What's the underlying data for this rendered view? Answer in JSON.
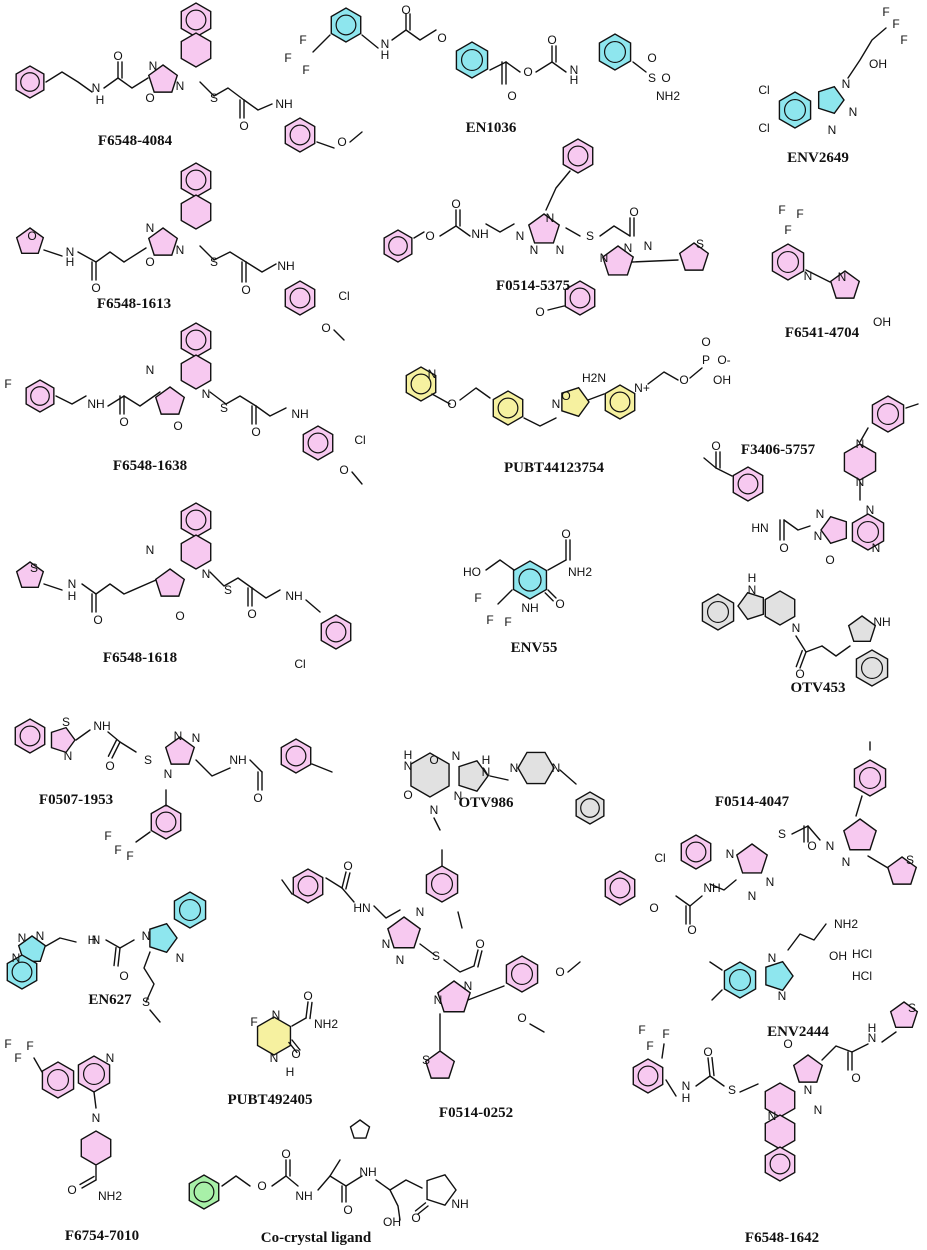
{
  "compounds": [
    {
      "name": "F6548-4084",
      "fill": "pink"
    },
    {
      "name": "EN1036",
      "fill": "cyan"
    },
    {
      "name": "ENV2649",
      "fill": "cyan"
    },
    {
      "name": "F6548-1613",
      "fill": "pink"
    },
    {
      "name": "F0514-5375",
      "fill": "pink"
    },
    {
      "name": "F6541-4704",
      "fill": "pink"
    },
    {
      "name": "F6548-1638",
      "fill": "pink"
    },
    {
      "name": "PUBT44123754",
      "fill": "yellow"
    },
    {
      "name": "F3406-5757",
      "fill": "pink"
    },
    {
      "name": "ENV55",
      "fill": "cyan"
    },
    {
      "name": "F6548-1618",
      "fill": "pink"
    },
    {
      "name": "OTV453",
      "fill": "gray"
    },
    {
      "name": "F0507-1953",
      "fill": "pink"
    },
    {
      "name": "OTV986",
      "fill": "gray"
    },
    {
      "name": "F0514-4047",
      "fill": "pink"
    },
    {
      "name": "EN627",
      "fill": "cyan"
    },
    {
      "name": "F0514-0252",
      "fill": "pink"
    },
    {
      "name": "ENV2444",
      "fill": "cyan"
    },
    {
      "name": "PUBT492405",
      "fill": "yellow"
    },
    {
      "name": "F6754-7010",
      "fill": "pink"
    },
    {
      "name": "Co-crystal ligand",
      "fill": "green"
    },
    {
      "name": "F6548-1642",
      "fill": "pink"
    }
  ],
  "palette": {
    "pink": "#f7c9f0",
    "cyan": "#8ee6ee",
    "yellow": "#f6f1a0",
    "gray": "#e1e1e1",
    "green": "#a8f0a8"
  },
  "atom_labels": {
    "n": "N",
    "nh": "NH",
    "hn": "HN",
    "h": "H",
    "o": "O",
    "s": "S",
    "f": "F",
    "cl": "Cl",
    "oh": "OH",
    "ho": "HO",
    "nh2": "NH2",
    "h2n": "H2N",
    "p": "P",
    "o_minus": "O-",
    "n_plus": "N+",
    "hcl": "HCl"
  }
}
